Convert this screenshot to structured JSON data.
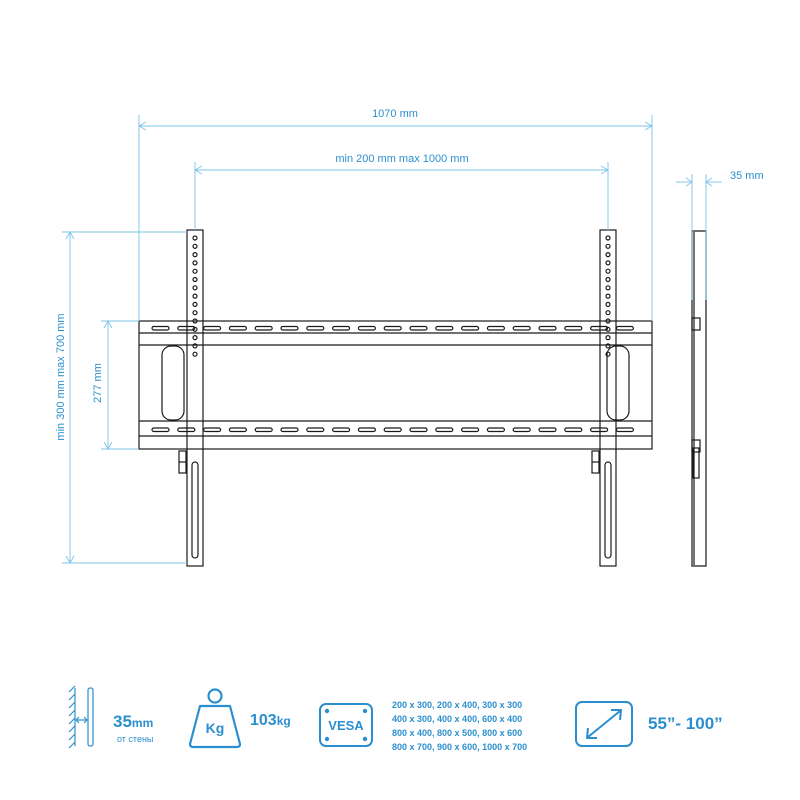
{
  "dimensions": {
    "total_width": "1070 mm",
    "vesa_horizontal": "min 200 mm max 1000 mm",
    "depth": "35 mm",
    "vesa_vertical": "min 300 mm max 700 mm",
    "plate_height": "277 mm"
  },
  "specs": {
    "profile": {
      "value": "35",
      "unit": "mm",
      "note": "от стены"
    },
    "load": {
      "icon_label": "Kg",
      "value": "103",
      "unit": "kg"
    },
    "vesa": {
      "badge": "VESA",
      "lines": [
        "200 x 300, 200 x 400, 300 x 300",
        "400 x 300, 400 x 400, 600 x 400",
        "800 x 400, 800 x 500, 800 x 600",
        "800 x 700, 900 x 600, 1000 x 700"
      ]
    },
    "screen_size": {
      "value": "55”- 100”"
    }
  },
  "colors": {
    "accent": "#2b8fcf",
    "line": "#1a1a1a",
    "dim": "#7cc4ea"
  }
}
